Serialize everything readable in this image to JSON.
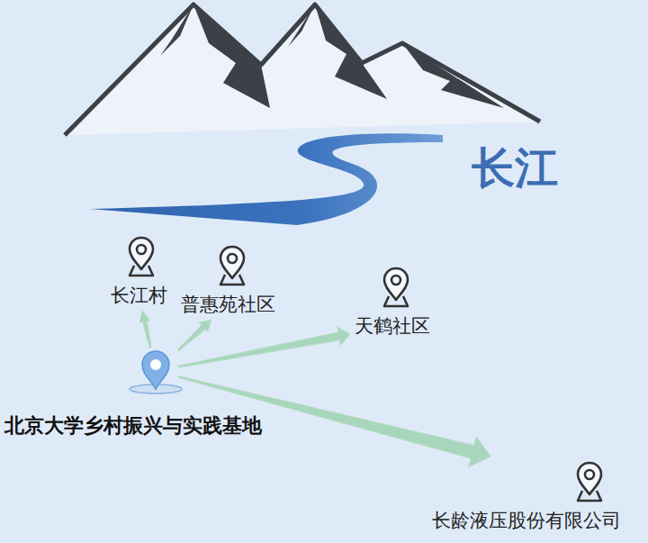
{
  "diagram": {
    "nodes": [
      {
        "text": [
          "长江村"
        ]
      },
      {
        "text": [
          "普惠苑社区"
        ]
      },
      {
        "text": [
          "天鹤社区"
        ]
      },
      {
        "text": [
          "北京大学乡村振兴与实践基地"
        ]
      },
      {
        "text": [
          "长龄液压股份有限公司"
        ]
      }
    ],
    "edges": [
      {
        "from": 3,
        "to": 0,
        "arrow": "to"
      },
      {
        "from": 3,
        "to": 1,
        "arrow": "to"
      },
      {
        "from": 3,
        "to": 2,
        "arrow": "to"
      },
      {
        "from": 3,
        "to": 4,
        "arrow": "to"
      }
    ],
    "labels": [
      "长江"
    ]
  }
}
